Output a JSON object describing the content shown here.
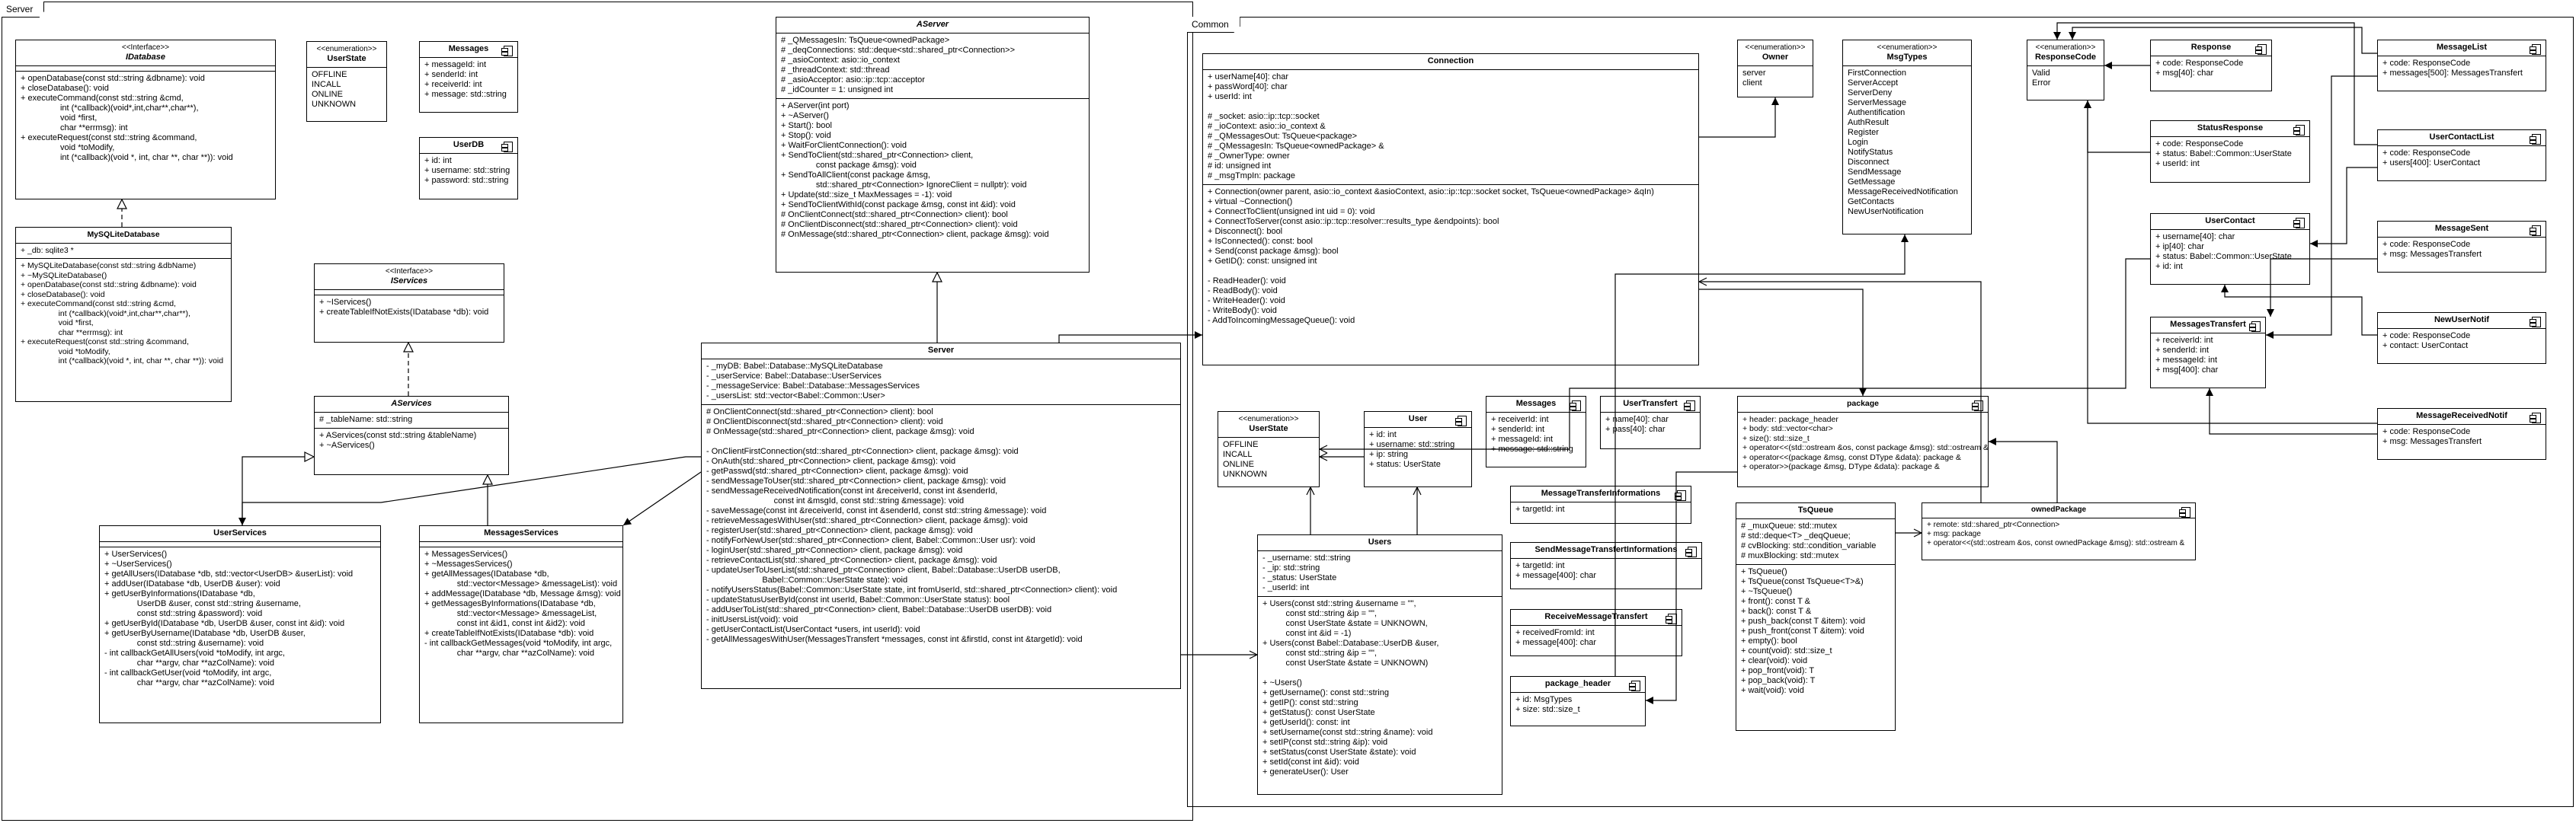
{
  "frames": {
    "server": "Server",
    "common": "Common"
  },
  "classes": {
    "idatabase": {
      "stereotype": "<<Interface>>",
      "name": "IDatabase",
      "attrs": "",
      "ops": "+ openDatabase(const std::string &dbname): void\n+ closeDatabase(): void\n+ executeCommand(const std::string &cmd,\n                 int (*callback)(void*,int,char**,char**),\n                 void *first,\n                 char **errmsg): int\n+ executeRequest(const std::string &command,\n                 void *toModify,\n                 int (*callback)(void *, int, char **, char **)): void"
    },
    "userstate_s": {
      "stereotype": "<<enumeration>>",
      "name": "UserState",
      "attrs": "OFFLINE\nINCALL\nONLINE\nUNKNOWN"
    },
    "messages_s": {
      "name": "Messages",
      "attrs": "+ messageId: int\n+ senderId: int\n+ receiverId: int\n+ message: std::string"
    },
    "userdb": {
      "name": "UserDB",
      "attrs": "+ id: int\n+ username: std::string\n+ password: std::string"
    },
    "mysqlitedb": {
      "name": "MySQLiteDatabase",
      "attrs": "+ _db: sqlite3 *",
      "ops": "+ MySQLiteDatabase(const std::string &dbName)\n+ ~MySQLiteDatabase()\n+ openDatabase(const std::string &dbname): void\n+ closeDatabase(): void\n+ executeCommand(const std::string &cmd,\n                 int (*callback)(void*,int,char**,char**),\n                 void *first,\n                 char **errmsg): int\n+ executeRequest(const std::string &command,\n                 void *toModify,\n                 int (*callback)(void *, int, char **, char **)): void"
    },
    "iservices": {
      "stereotype": "<<Interface>>",
      "name": "IServices",
      "attrs": "",
      "ops": "+ ~IServices()\n+ createTableIfNotExists(IDatabase *db): void"
    },
    "aservices": {
      "name": "AServices",
      "attrs": "# _tableName: std::string",
      "ops": "+ AServices(const std::string &tableName)\n+ ~AServices()"
    },
    "userservices": {
      "name": "UserServices",
      "attrs": "",
      "ops": "+ UserServices()\n+ ~UserServices()\n+ getAllUsers(IDatabase *db, std::vector<UserDB> &userList): void\n+ addUser(IDatabase *db, UserDB &user): void\n+ getUserByInformations(IDatabase *db,\n              UserDB &user, const std::string &username,\n              const std::string &password): void\n+ getUserById(IDatabase *db, UserDB &user, const int &id): void\n+ getUserByUsername(IDatabase *db, UserDB &user,\n              const std::string &username): void\n- int callbackGetAllUsers(void *toModify, int argc,\n              char **argv, char **azColName): void\n- int callbackGetUser(void *toModify, int argc,\n              char **argv, char **azColName): void"
    },
    "messagesservices": {
      "name": "MessagesServices",
      "attrs": "",
      "ops": "+ MessagesServices()\n+ ~MessagesServices()\n+ getAllMessages(IDatabase *db,\n              std::vector<Message> &messageList): void\n+ addMessage(IDatabase *db, Message &msg): void\n+ getMessagesByInformations(IDatabase *db,\n              std::vector<Message> &messageList,\n              const int &id1, const int &id2): void\n+ createTableIfNotExists(IDatabase *db): void\n- int callbackGetMessages(void *toModify, int argc,\n              char **argv, char **azColName): void"
    },
    "aserver": {
      "name": "AServer",
      "attrs": "# _QMessagesIn: TsQueue<ownedPackage>\n# _deqConnections: std::deque<std::shared_ptr<Connection>>\n# _asioContext: asio::io_context\n# _threadContext: std::thread\n# _asioAcceptor: asio::ip::tcp::acceptor\n# _idCounter = 1: unsigned int",
      "ops": "+ AServer(int port)\n+ ~AServer()\n+ Start(): bool\n+ Stop(): void\n+ WaitForClientConnection(): void\n+ SendToClient(std::shared_ptr<Connection> client,\n               const package &msg): void\n+ SendToAllClient(const package &msg,\n               std::shared_ptr<Connection> IgnoreClient = nullptr): void\n+ Update(std::size_t MaxMessages = -1): void\n+ SendToClientWithId(const package &msg, const int &id): void\n# OnClientConnect(std::shared_ptr<Connection> client): bool\n# OnClientDisconnect(std::shared_ptr<Connection> client): void\n# OnMessage(std::shared_ptr<Connection> client, package &msg): void"
    },
    "server": {
      "name": "Server",
      "attrs": "- _myDB: Babel::Database::MySQLiteDatabase\n- _userService: Babel::Database::UserServices\n- _messageService: Babel::Database::MessagesServices\n- _usersList: std::vector<Babel::Common::User>",
      "ops": "# OnClientConnect(std::shared_ptr<Connection> client): bool\n# OnClientDisconnect(std::shared_ptr<Connection> client): void\n# OnMessage(std::shared_ptr<Connection> client, package &msg): void\n\n- OnClientFirstConnection(std::shared_ptr<Connection> client, package &msg): void\n- OnAuth(std::shared_ptr<Connection> client, package &msg): void\n- getPasswd(std::shared_ptr<Connection> client, package &msg): void\n- sendMessageToUser(std::shared_ptr<Connection> client, package &msg): void\n- sendMessageReceivedNotification(const int &receiverId, const int &senderId,\n                             const int &msgId, const std::string &message): void\n- saveMessage(const int &receiverId, const int &senderId, const std::string &message): void\n- retrieveMessagesWithUser(std::shared_ptr<Connection> client, package &msg): void\n- registerUser(std::shared_ptr<Connection> client, package &msg): void\n- notifyForNewUser(std::shared_ptr<Connection> client, Babel::Common::User usr): void\n- loginUser(std::shared_ptr<Connection> client, package &msg): void\n- retrieveContactList(std::shared_ptr<Connection> client, package &msg): void\n- updateUserToUserList(std::shared_ptr<Connection> client, Babel::Database::UserDB userDB,\n                        Babel::Common::UserState state): void\n- notifyUsersStatus(Babel::Common::UserState state, int fromUserId, std::shared_ptr<Connection> client): void\n- updateStatusUserById(const int userId, Babel::Common::UserState status): bool\n- addUserToList(std::shared_ptr<Connection> client, Babel::Database::UserDB userDB): void\n- initUsersList(void): void\n- getUserContactList(UserContact *users, int userId): void\n- getAllMessagesWithUser(MessagesTransfert *messages, const int &firstId, const int &targetId): void"
    },
    "connection": {
      "name": "Connection",
      "attrs": "+ userName[40]: char\n+ passWord[40]: char\n+ userId: int\n\n# _socket: asio::ip::tcp::socket\n# _ioContext: asio::io_context &\n# _QMessagesOut: TsQueue<package>\n# _QMessagesIn: TsQueue<ownedPackage> &\n# _OwnerType: owner\n# id: unsigned int\n# _msgTmpIn: package",
      "ops": "+ Connection(owner parent, asio::io_context &asioContext, asio::ip::tcp::socket socket, TsQueue<ownedPackage> &qIn)\n+ virtual ~Connection()\n+ ConnectToClient(unsigned int uid = 0): void\n+ ConnectToServer(const asio::ip::tcp::resolver::results_type &endpoints): bool\n+ Disconnect(): bool\n+ IsConnected(): const: bool\n+ Send(const package &msg): bool\n+ GetID(): const: unsigned int\n\n- ReadHeader(): void\n- ReadBody(): void\n- WriteHeader(): void\n- WriteBody(): void\n- AddToIncomingMessageQueue(): void"
    },
    "owner": {
      "stereotype": "<<enumeration>>",
      "name": "Owner",
      "attrs": "server\nclient"
    },
    "msgtypes": {
      "stereotype": "<<enumeration>>",
      "name": "MsgTypes",
      "attrs": "FirstConnection\nServerAccept\nServerDeny\nServerMessage\nAuthentification\nAuthResult\nRegister\nLogin\nNotifyStatus\nDisconnect\nSendMessage\nGetMessage\nMessageReceivedNotification\nGetContacts\nNewUserNotification"
    },
    "responsecode": {
      "stereotype": "<<enumeration>>",
      "name": "ResponseCode",
      "attrs": "Valid\nError"
    },
    "response": {
      "name": "Response",
      "attrs": "+ code: ResponseCode\n+ msg[40]: char"
    },
    "statusresponse": {
      "name": "StatusResponse",
      "attrs": "+ code: ResponseCode\n+ status: Babel::Common::UserState\n+ userId: int"
    },
    "usercontact": {
      "name": "UserContact",
      "attrs": "+ username[40]: char\n+ ip[40]: char\n+ status: Babel::Common::UserState\n+ id: int"
    },
    "messagestransfert": {
      "name": "MessagesTransfert",
      "attrs": "+ receiverId: int\n+ senderId: int\n+ messageId: int\n+ msg[400]: char"
    },
    "messagelist": {
      "name": "MessageList",
      "attrs": "+ code: ResponseCode\n+ messages[500]: MessagesTransfert"
    },
    "usercontactlist": {
      "name": "UserContactList",
      "attrs": "+ code: ResponseCode\n+ users[400]: UserContact"
    },
    "messagesent": {
      "name": "MessageSent",
      "attrs": "+ code: ResponseCode\n+ msg: MessagesTransfert"
    },
    "newusernotif": {
      "name": "NewUserNotif",
      "attrs": "+ code: ResponseCode\n+ contact: UserContact"
    },
    "messagereceivednotif": {
      "name": "MessageReceivedNotif",
      "attrs": "+ code: ResponseCode\n+ msg: MessagesTransfert"
    },
    "userstate_c": {
      "stereotype": "<<enumeration>>",
      "name": "UserState",
      "attrs": "OFFLINE\nINCALL\nONLINE\nUNKNOWN"
    },
    "user": {
      "name": "User",
      "attrs": "+ id: int\n+ username: std::string\n+ ip: string\n+ status: UserState"
    },
    "users": {
      "name": "Users",
      "attrs": "- _username: std::string\n- _ip: std::string\n- _status: UserState\n- _userId: int",
      "ops": "+ Users(const std::string &username = \"\",\n          const std::string &ip = \"\",\n          const UserState &state = UNKNOWN,\n          const int &id = -1)\n+ Users(const Babel::Database::UserDB &user,\n          const std::string &ip = \"\",\n          const UserState &state = UNKNOWN)\n\n+ ~Users()\n+ getUsername(): const std::string\n+ getIP(): const std::string\n+ getStatus(): const UserState\n+ getUserId(): const: int\n+ setUsername(const std::string &name): void\n+ setIP(const std::string &ip): void\n+ setStatus(const UserState &state): void\n+ setId(const int &id): void\n+ generateUser(): User"
    },
    "messages_c": {
      "name": "Messages",
      "attrs": "+ receiverId: int\n+ senderId: int\n+ messageId: int\n+ message: std::string"
    },
    "usertransfert": {
      "name": "UserTransfert",
      "attrs": "+ name[40]: char\n+ pass[40]: char"
    },
    "mti": {
      "name": "MessageTransferInformations",
      "attrs": "+ targetId: int"
    },
    "smti": {
      "name": "SendMessageTransfertInformations",
      "attrs": "+ targetId: int\n+ message[400]: char"
    },
    "rmt": {
      "name": "ReceiveMessageTransfert",
      "attrs": "+ receivedFromId: int\n+ message[400]: char"
    },
    "package_header": {
      "name": "package_header",
      "attrs": "+ id: MsgTypes\n+ size: std::size_t"
    },
    "package": {
      "name": "package",
      "attrs": "+ header: package_header\n+ body: std::vector<char>\n+ size(): std::size_t\n+ operator<<(std::ostream &os, const package &msg): std::ostream &\n+ operator<<(package &msg, const DType &data): package &\n+ operator>>(package &msg, DType &data): package &"
    },
    "tsqueue": {
      "name": "TsQueue",
      "attrs": "# _muxQueue: std::mutex\n# std::deque<T> _deqQueue;\n# cvBlocking: std::condition_variable\n# muxBlocking: std::mutex",
      "ops": "+ TsQueue()\n+ TsQueue(const TsQueue<T>&)\n+ ~TsQueue()\n+ front(): const T &\n+ back(): const T &\n+ push_back(const T &item): void\n+ push_front(const T &item): void\n+ empty(): bool\n+ count(void): std::size_t\n+ clear(void): void\n+ pop_front(void): T\n+ pop_back(void): T\n+ wait(void): void"
    },
    "ownedpackage": {
      "name": "ownedPackage",
      "attrs": "+ remote: std::shared_ptr<Connection>\n+ msg: package\n+ operator<<(std::ostream &os, const ownedPackage &msg): std::ostream &"
    }
  }
}
